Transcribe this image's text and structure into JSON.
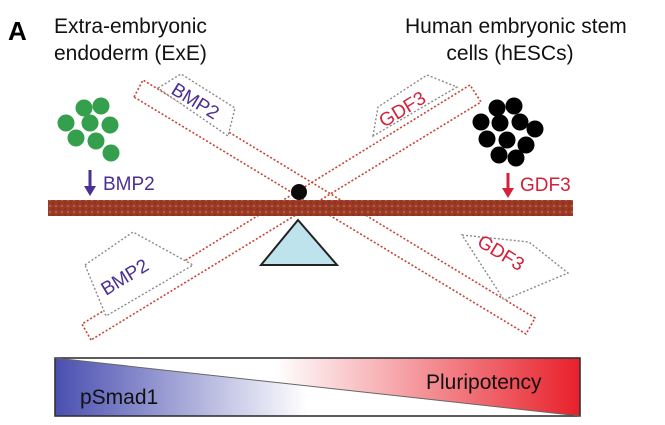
{
  "panel_label": "A",
  "exe_title": [
    "Extra-embryonic",
    "endoderm (ExE)"
  ],
  "hesc_title": [
    "Human embryonic stem",
    "cells (hESCs)"
  ],
  "bmp2_label": "BMP2",
  "gdf3_label": "GDF3",
  "gradient_left_label": "pSmad1",
  "gradient_right_label": "Pluripotency",
  "colors": {
    "bmp2": "#4b2f93",
    "gdf3": "#d5203a",
    "exe_cells": "#34a04e",
    "hesc_cells": "#000000",
    "beam": "#9b3a24",
    "fulcrum": "#bfe3ec",
    "gradient_left": "#4a4fb0",
    "gradient_right": "#e8202a"
  }
}
